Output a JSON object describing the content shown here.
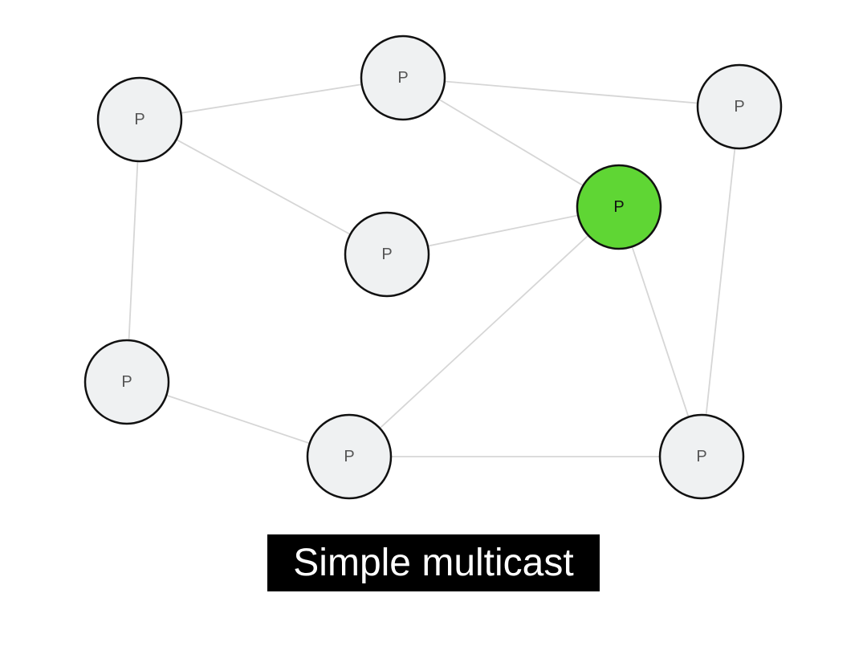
{
  "caption": "Simple multicast",
  "colors": {
    "node_fill": "#eff1f2",
    "node_active_fill": "#5fd634",
    "node_stroke": "#111111",
    "edge": "#d6d6d6",
    "label": "#555555",
    "label_active": "#111111",
    "caption_bg": "#000000",
    "caption_text": "#ffffff"
  },
  "nodes": [
    {
      "id": "n1",
      "label": "P",
      "active": false
    },
    {
      "id": "n2",
      "label": "P",
      "active": false
    },
    {
      "id": "n3",
      "label": "P",
      "active": false
    },
    {
      "id": "n4",
      "label": "P",
      "active": true
    },
    {
      "id": "n5",
      "label": "P",
      "active": false
    },
    {
      "id": "n6",
      "label": "P",
      "active": false
    },
    {
      "id": "n7",
      "label": "P",
      "active": false
    },
    {
      "id": "n8",
      "label": "P",
      "active": false
    }
  ],
  "edges": [
    [
      "n1",
      "n2"
    ],
    [
      "n2",
      "n3"
    ],
    [
      "n2",
      "n4"
    ],
    [
      "n1",
      "n5"
    ],
    [
      "n5",
      "n4"
    ],
    [
      "n3",
      "n8"
    ],
    [
      "n4",
      "n8"
    ],
    [
      "n4",
      "n7"
    ],
    [
      "n1",
      "n6"
    ],
    [
      "n6",
      "n7"
    ],
    [
      "n7",
      "n8"
    ]
  ]
}
